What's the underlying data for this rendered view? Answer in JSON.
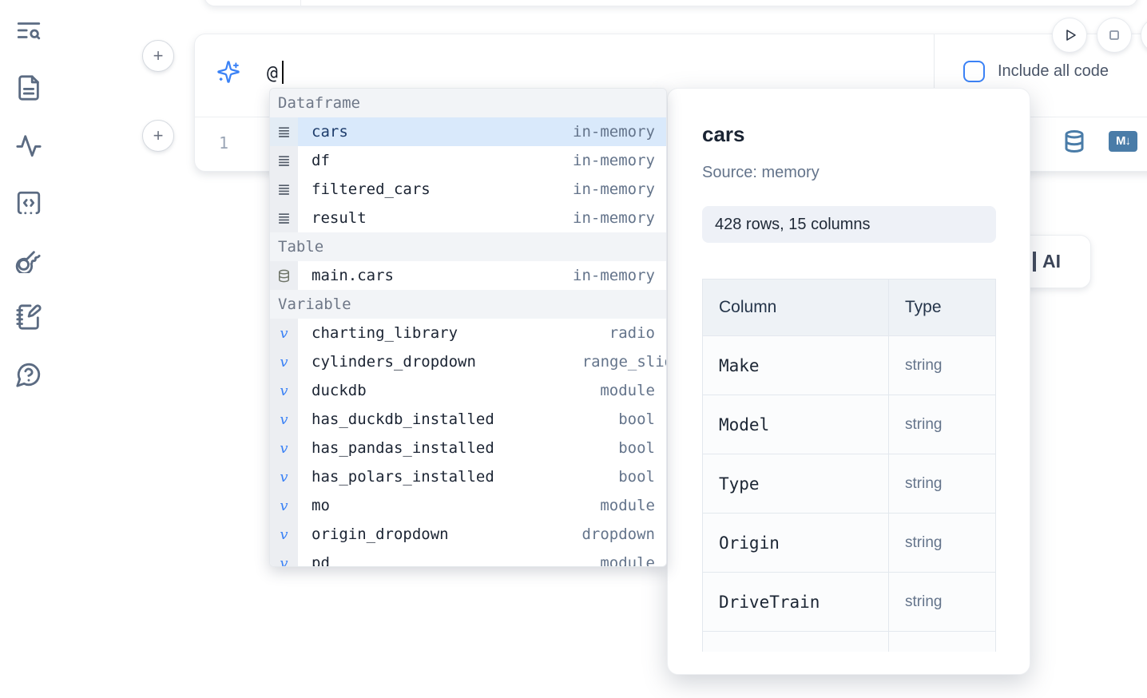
{
  "colors": {
    "accent_blue": "#3b82f6",
    "steel_blue": "#4a7ca8",
    "selected_row_bg": "#d9e9fb"
  },
  "sidebar": {
    "items": [
      {
        "icon": "list-search-icon"
      },
      {
        "icon": "file-document-icon"
      },
      {
        "icon": "activity-icon"
      },
      {
        "icon": "code-block-icon"
      },
      {
        "icon": "key-icon"
      },
      {
        "icon": "notebook-pen-icon"
      },
      {
        "icon": "help-chat-icon"
      }
    ]
  },
  "toolbar": {
    "run_icon": "play",
    "stop_icon": "square"
  },
  "prompt": {
    "value": "@",
    "include_all_code_label": "Include all code",
    "sparkle_icon": "sparkles-icon"
  },
  "cell": {
    "line_number": "1",
    "markdown_badge": "M↓"
  },
  "ai_button": {
    "label": "AI"
  },
  "autocomplete": {
    "sections": [
      {
        "label": "Dataframe",
        "items": [
          {
            "icon": "dataframe",
            "name": "cars",
            "detail": "in-memory",
            "selected": true
          },
          {
            "icon": "dataframe",
            "name": "df",
            "detail": "in-memory"
          },
          {
            "icon": "dataframe",
            "name": "filtered_cars",
            "detail": "in-memory"
          },
          {
            "icon": "dataframe",
            "name": "result",
            "detail": "in-memory"
          }
        ]
      },
      {
        "label": "Table",
        "items": [
          {
            "icon": "database",
            "name": "main.cars",
            "detail": "in-memory"
          }
        ]
      },
      {
        "label": "Variable",
        "items": [
          {
            "icon": "variable",
            "name": "charting_library",
            "detail": "radio"
          },
          {
            "icon": "variable",
            "name": "cylinders_dropdown",
            "detail": "range_slider",
            "clip": true
          },
          {
            "icon": "variable",
            "name": "duckdb",
            "detail": "module"
          },
          {
            "icon": "variable",
            "name": "has_duckdb_installed",
            "detail": "bool"
          },
          {
            "icon": "variable",
            "name": "has_pandas_installed",
            "detail": "bool"
          },
          {
            "icon": "variable",
            "name": "has_polars_installed",
            "detail": "bool"
          },
          {
            "icon": "variable",
            "name": "mo",
            "detail": "module"
          },
          {
            "icon": "variable",
            "name": "origin_dropdown",
            "detail": "dropdown"
          },
          {
            "icon": "variable",
            "name": "pd",
            "detail": "module",
            "clipped_row": true
          }
        ]
      }
    ]
  },
  "preview": {
    "title": "cars",
    "source": "Source: memory",
    "shape": "428 rows, 15 columns",
    "table": {
      "headers": [
        "Column",
        "Type"
      ],
      "rows": [
        [
          "Make",
          "string"
        ],
        [
          "Model",
          "string"
        ],
        [
          "Type",
          "string"
        ],
        [
          "Origin",
          "string"
        ],
        [
          "DriveTrain",
          "string"
        ],
        [
          "",
          ""
        ]
      ]
    }
  }
}
